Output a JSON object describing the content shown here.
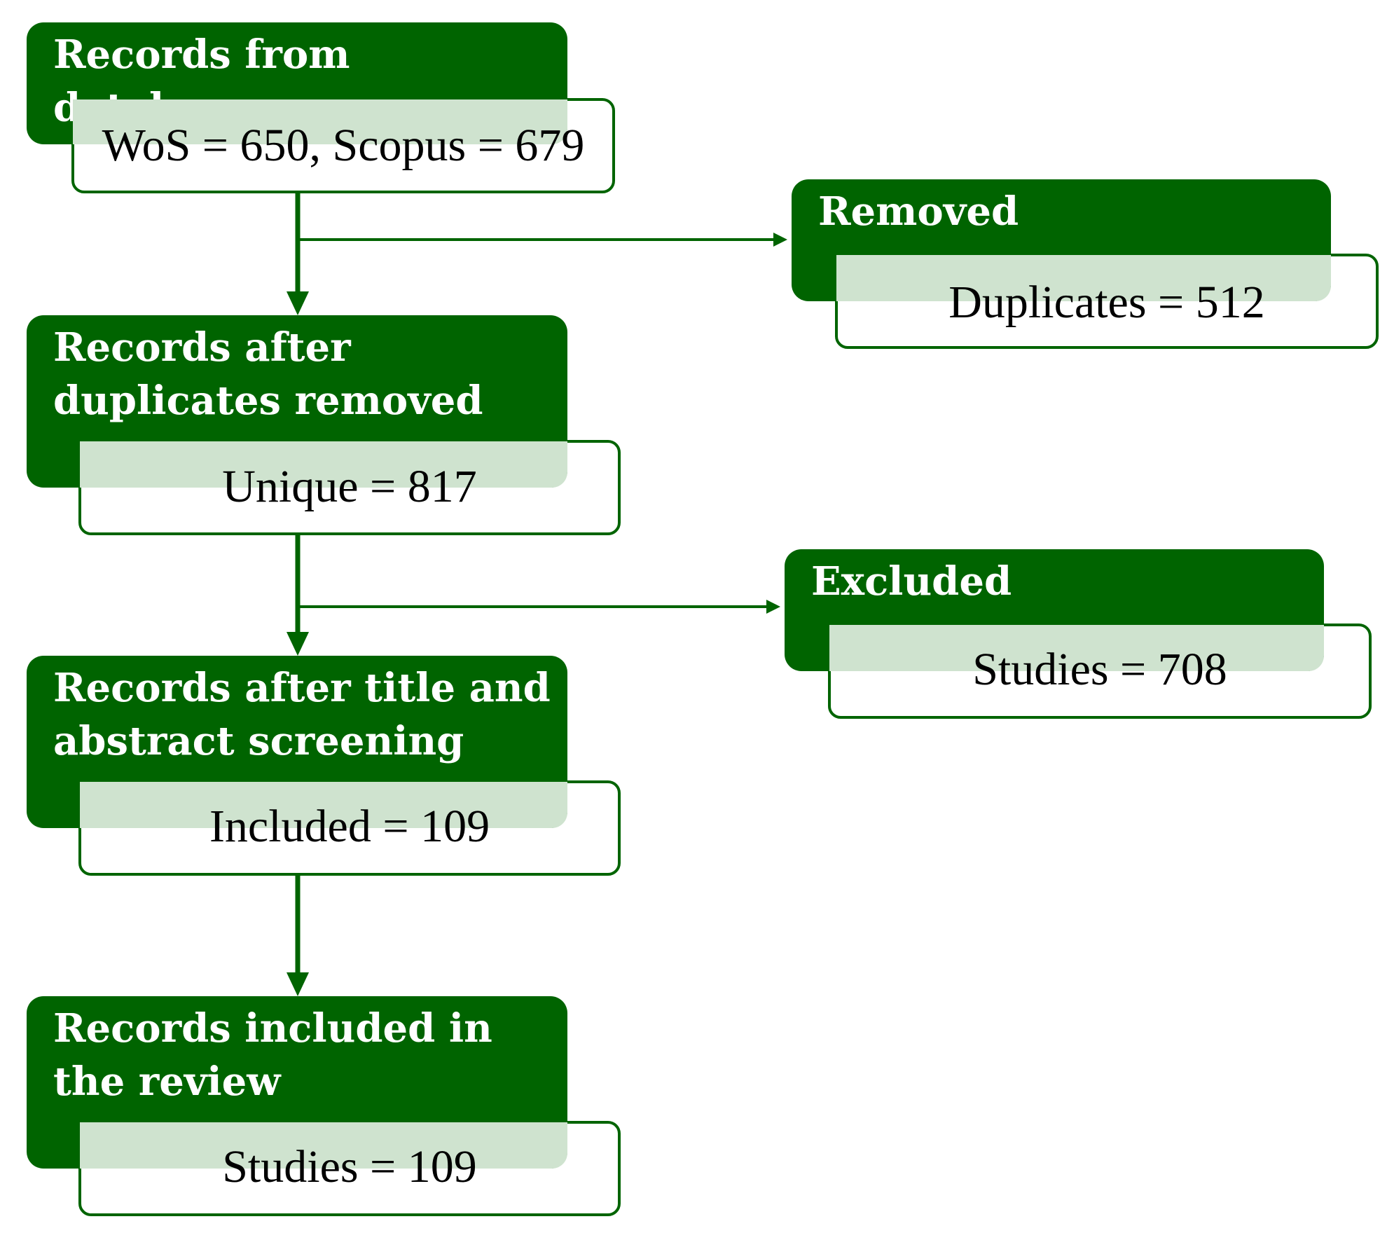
{
  "colors": {
    "primary": "#006400",
    "overlap_tint": "#cfe3cf",
    "text_dark": "#000000",
    "text_light": "#ffffff"
  },
  "flow": {
    "identification": {
      "heading": "Records from databases",
      "detail": "WoS = 650, Scopus = 679"
    },
    "removed": {
      "heading": "Removed",
      "detail": "Duplicates = 512"
    },
    "deduplicated": {
      "heading": "Records after duplicates removed",
      "detail": "Unique = 817"
    },
    "excluded": {
      "heading": "Excluded",
      "detail": "Studies = 708"
    },
    "screened": {
      "heading": "Records after title and abstract screening",
      "detail": "Included = 109"
    },
    "included": {
      "heading": "Records included in the review",
      "detail": "Studies = 109"
    }
  }
}
